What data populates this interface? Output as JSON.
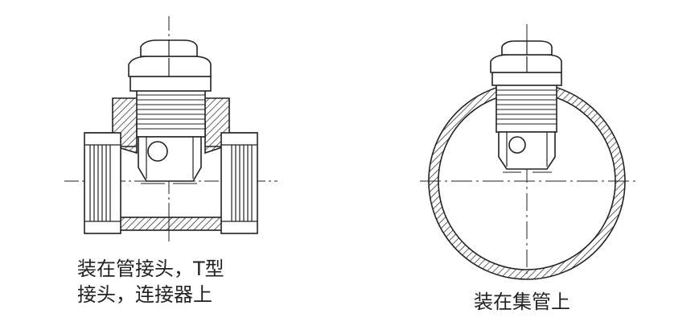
{
  "captions": {
    "left_line1": "装在管接头，T型",
    "left_line2": "接头，连接器上",
    "right": "装在集管上"
  },
  "figures": [
    {
      "name": "tee-fitting-mount",
      "part": "sensor installed in a pipe tee fitting"
    },
    {
      "name": "header-pipe-mount",
      "part": "sensor installed on a header pipe"
    }
  ],
  "colors": {
    "line": "#222222",
    "background": "#ffffff"
  }
}
